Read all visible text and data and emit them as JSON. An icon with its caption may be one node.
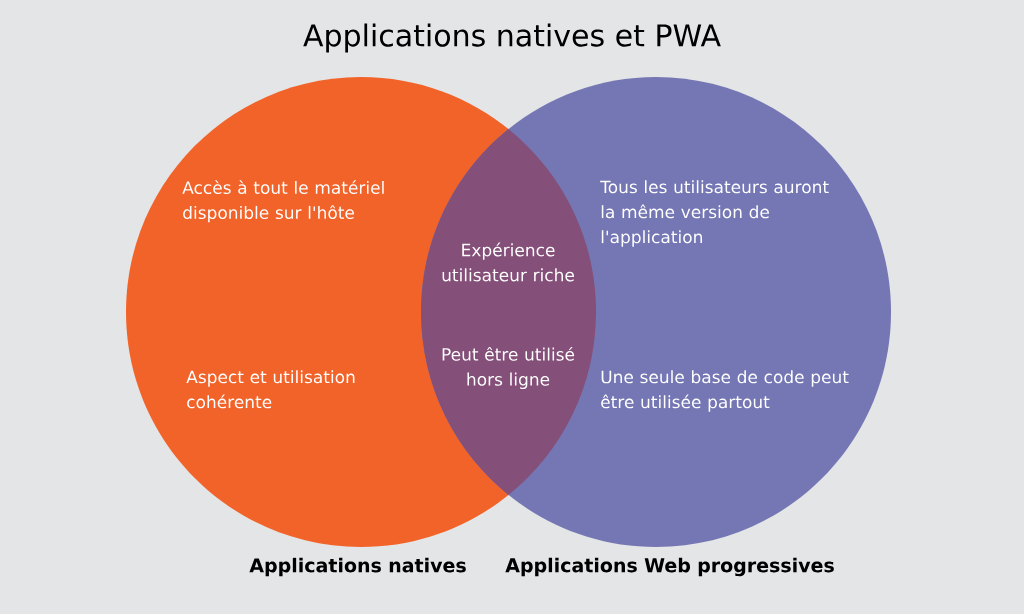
{
  "diagram": {
    "title": "Applications natives et PWA",
    "nodes": [
      {
        "text": [
          "Accès à tout le matériel disponible sur l'hôte",
          "Aspect et utilisation cohérente",
          "Applications natives"
        ]
      },
      {
        "text": [
          "Tous les utilisateurs auront la même version de l'application",
          "Une seule base de code peut être utilisée partout",
          "Applications Web progressives"
        ]
      },
      {
        "text": [
          "Expérience utilisateur riche",
          "Peut être utilisé hors ligne"
        ]
      }
    ]
  }
}
